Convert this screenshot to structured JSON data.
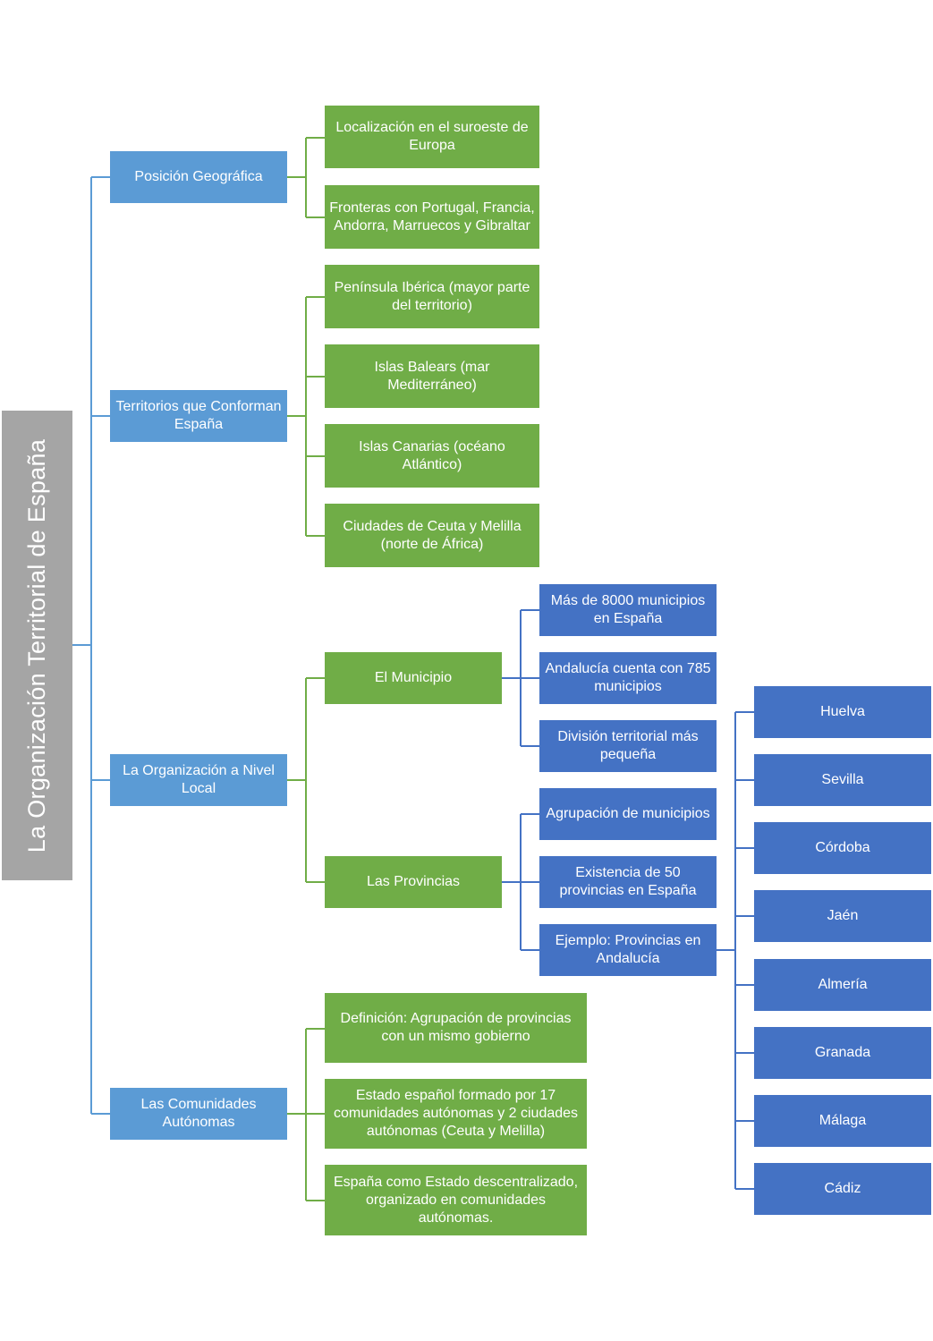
{
  "colors": {
    "root": "#a5a5a5",
    "level1": "#5b9bd5",
    "green": "#70ad47",
    "blue": "#4472c4",
    "line_blue": "#5b9bd5",
    "line_green": "#70ad47",
    "line_darkblue": "#4472c4"
  },
  "root": "La Organización Territorial de España",
  "sections": {
    "posicion": {
      "title": "Posición Geográfica",
      "items": [
        "Localización en el suroeste de Europa",
        "Fronteras con Portugal, Francia, Andorra, Marruecos y Gibraltar"
      ]
    },
    "territorios": {
      "title": "Territorios que Conforman España",
      "items": [
        "Península Ibérica (mayor parte del territorio)",
        "Islas Balears (mar Mediterráneo)",
        "Islas Canarias (océano Atlántico)",
        "Ciudades de Ceuta y Melilla (norte de África)"
      ]
    },
    "organizacion": {
      "title": "La Organización a Nivel Local",
      "municipio": {
        "title": "El Municipio",
        "items": [
          "Más de 8000 municipios en España",
          "Andalucía cuenta con 785 municipios",
          "División territorial más pequeña"
        ]
      },
      "provincias": {
        "title": "Las Provincias",
        "items": [
          "Agrupación de municipios",
          "Existencia de 50 provincias en España",
          "Ejemplo: Provincias en Andalucía"
        ],
        "andalucia": [
          "Huelva",
          "Sevilla",
          "Córdoba",
          "Jaén",
          "Almería",
          "Granada",
          "Málaga",
          "Cádiz"
        ]
      }
    },
    "comunidades": {
      "title": "Las Comunidades Autónomas",
      "items": [
        "Definición: Agrupación de provincias con un mismo gobierno",
        "Estado español formado por 17 comunidades autónomas y 2 ciudades autónomas (Ceuta y Melilla)",
        "España como Estado descentralizado, organizado en comunidades autónomas."
      ]
    }
  }
}
